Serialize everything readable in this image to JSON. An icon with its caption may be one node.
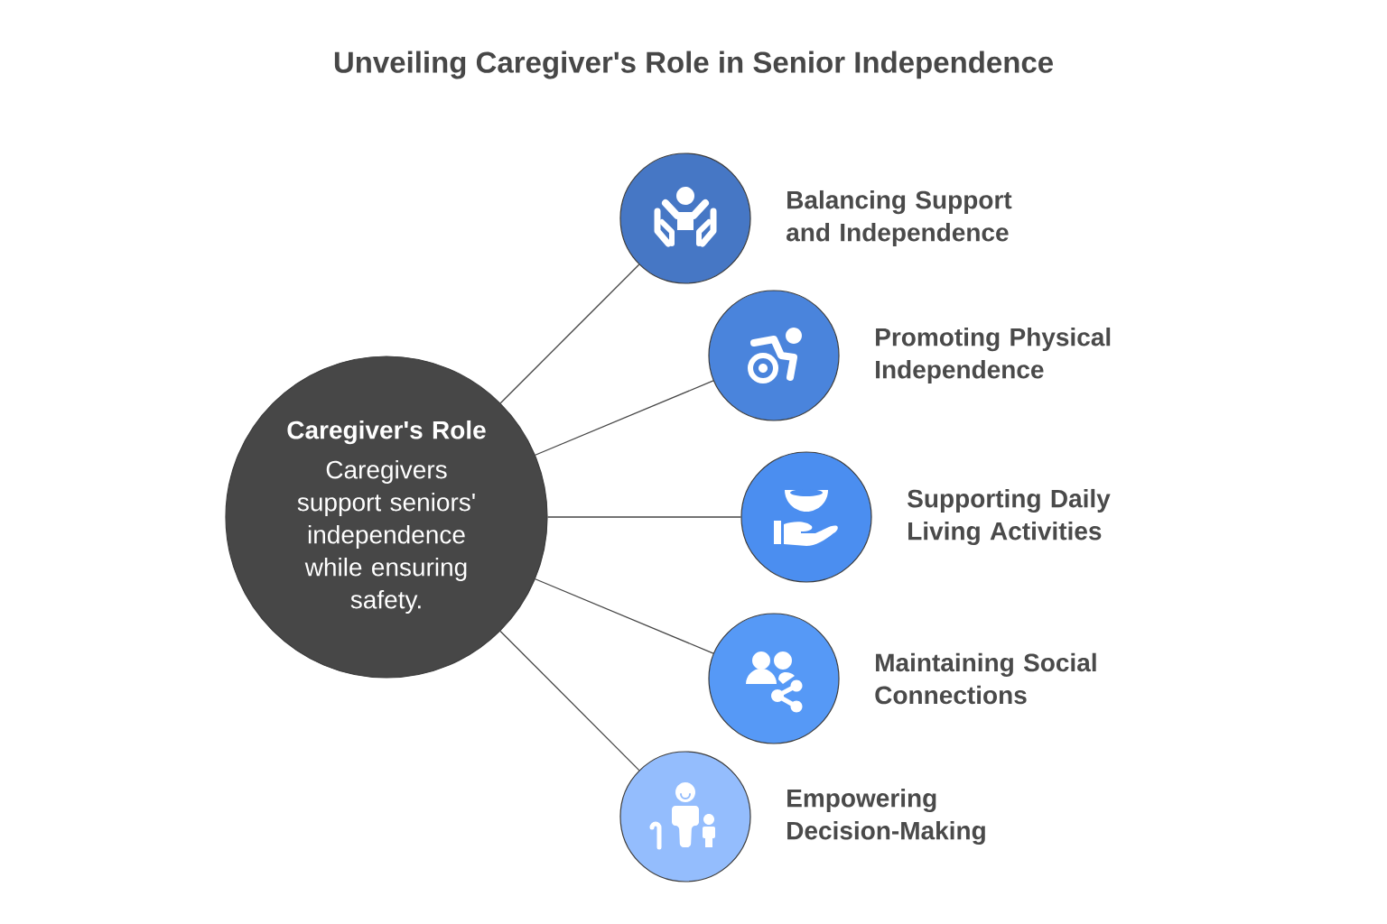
{
  "diagram": {
    "title": "Unveiling Caregiver's Role in Senior Independence",
    "nodes": [
      {
        "text": [
          "Caregiver's Role",
          "Caregivers support seniors' independence while ensuring safety."
        ]
      },
      {
        "text": [
          "Balancing Support and Independence"
        ]
      },
      {
        "text": [
          "Promoting Physical Independence"
        ]
      },
      {
        "text": [
          "Supporting Daily Living Activities"
        ]
      },
      {
        "text": [
          "Maintaining Social Connections"
        ]
      },
      {
        "text": [
          "Empowering Decision-Making"
        ]
      }
    ],
    "edges": [
      {
        "from": 0,
        "to": 1,
        "arrow": "none"
      },
      {
        "from": 0,
        "to": 2,
        "arrow": "none"
      },
      {
        "from": 0,
        "to": 3,
        "arrow": "none"
      },
      {
        "from": 0,
        "to": 4,
        "arrow": "none"
      },
      {
        "from": 0,
        "to": 5,
        "arrow": "none"
      }
    ]
  }
}
